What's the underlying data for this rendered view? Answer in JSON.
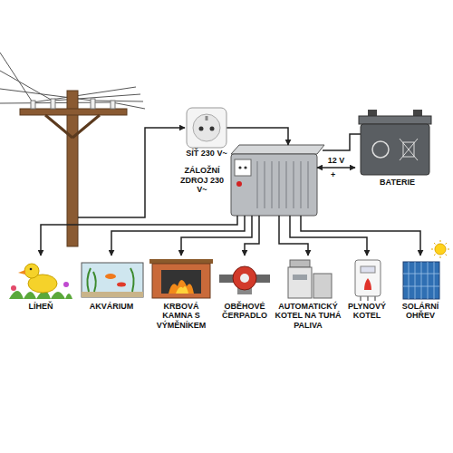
{
  "diagram": {
    "nodes": [
      {
        "text": [
          "SÍŤ 230 V~"
        ]
      },
      {
        "text": [
          "ZÁLOŽNÍ ZDROJ 230 V~"
        ]
      },
      {
        "text": [
          "BATERIE"
        ]
      },
      {
        "text": [
          "LÍHEŇ"
        ]
      },
      {
        "text": [
          "AKVÁRIUM"
        ]
      },
      {
        "text": [
          "KRBOVÁ KAMNA S VÝMĚNÍKEM"
        ]
      },
      {
        "text": [
          "OBĚHOVÉ ČERPADLO"
        ]
      },
      {
        "text": [
          "AUTOMATICKÝ KOTEL NA TUHÁ PALIVA"
        ]
      },
      {
        "text": [
          "PLYNOVÝ KOTEL"
        ]
      },
      {
        "text": [
          "SOLÁRNÍ OHŘEV"
        ]
      }
    ],
    "edges": [
      {
        "from": 0,
        "to": 1,
        "arrow": "to"
      },
      {
        "from": 1,
        "to": 2,
        "label": "12 V",
        "arrow": "both"
      },
      {
        "from": 1,
        "to": 3,
        "arrow": "to"
      },
      {
        "from": 1,
        "to": 4,
        "arrow": "to"
      },
      {
        "from": 1,
        "to": 5,
        "arrow": "to"
      },
      {
        "from": 1,
        "to": 6,
        "arrow": "to"
      },
      {
        "from": 1,
        "to": 7,
        "arrow": "to"
      },
      {
        "from": 1,
        "to": 8,
        "arrow": "to"
      },
      {
        "from": 1,
        "to": 9,
        "arrow": "to"
      }
    ],
    "labels": [
      "+"
    ]
  }
}
